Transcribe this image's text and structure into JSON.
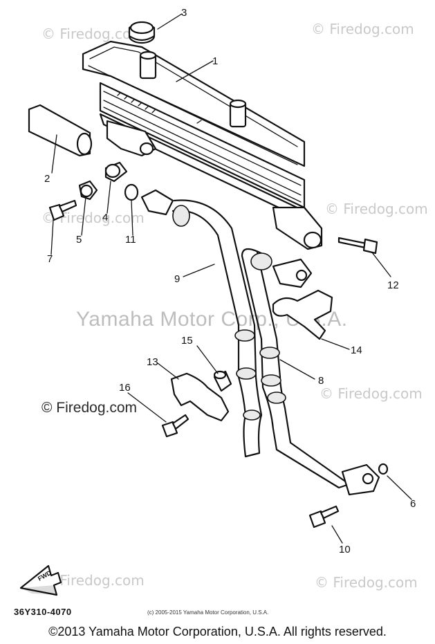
{
  "watermarks": {
    "firedog_light": "© Firedog.com",
    "center": "Yamaha Motor Corp., U.S.A.",
    "firedog_dark": "© Firedog.com"
  },
  "callouts": {
    "c1": "1",
    "c2": "2",
    "c3": "3",
    "c4": "4",
    "c5": "5",
    "c6": "6",
    "c7": "7",
    "c8": "8",
    "c9": "9",
    "c10": "10",
    "c11": "11",
    "c12": "12",
    "c13": "13",
    "c14": "14",
    "c15": "15",
    "c16": "16"
  },
  "fwd_label": "FWD",
  "part_code": "36Y310-4070",
  "small_copyright": "(c) 2005-2015 Yamaha Motor Corporation, U.S.A.",
  "copyright": "©2013 Yamaha Motor Corporation, U.S.A. All rights reserved."
}
